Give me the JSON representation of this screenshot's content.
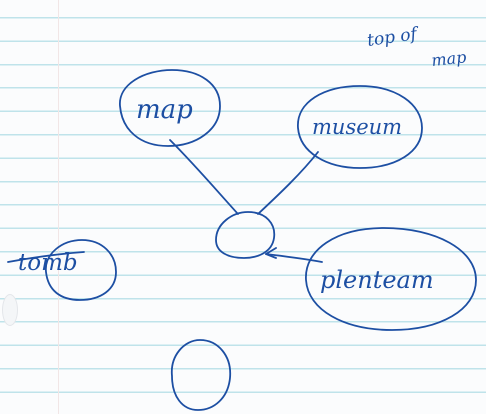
{
  "diagram": {
    "corner_note": {
      "line1": "top of",
      "line2": "map"
    },
    "nodes": {
      "top_left": "map",
      "top_right": "museum",
      "center": "",
      "right": "plenteam",
      "left": "tomb",
      "bottom": ""
    },
    "ink_color": "#1d4fa3",
    "paper_color": "#fbfcfd",
    "rule_color": "#bfe3ea"
  }
}
